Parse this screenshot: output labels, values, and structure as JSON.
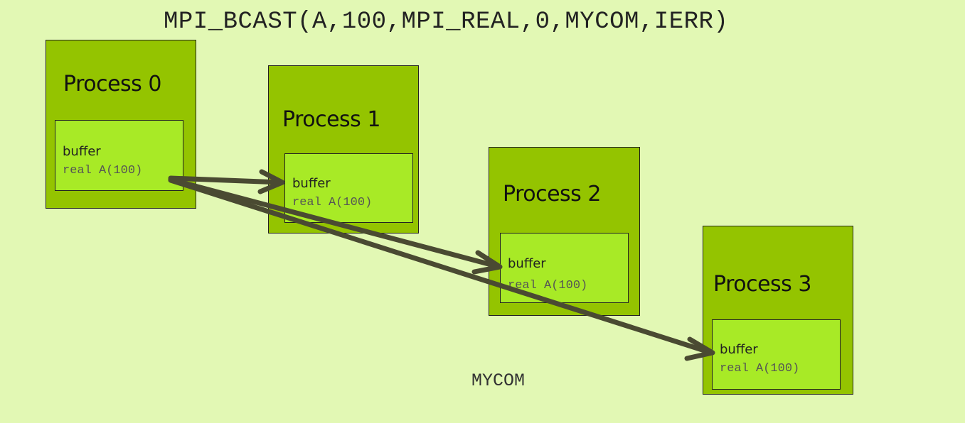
{
  "call": "MPI_BCAST(A,100,MPI_REAL,0,MYCOM,IERR)",
  "communicator": "MYCOM",
  "processes": [
    {
      "label": "Process 0",
      "buffer_label": "buffer",
      "buffer_var": "real A(100)"
    },
    {
      "label": "Process 1",
      "buffer_label": "buffer",
      "buffer_var": "real A(100)"
    },
    {
      "label": "Process 2",
      "buffer_label": "buffer",
      "buffer_var": "real A(100)"
    },
    {
      "label": "Process 3",
      "buffer_label": "buffer",
      "buffer_var": "real A(100)"
    }
  ],
  "colors": {
    "background": "#e2f8b4",
    "process": "#94c400",
    "buffer": "#a8ea26",
    "arrow": "#4a4a32"
  }
}
